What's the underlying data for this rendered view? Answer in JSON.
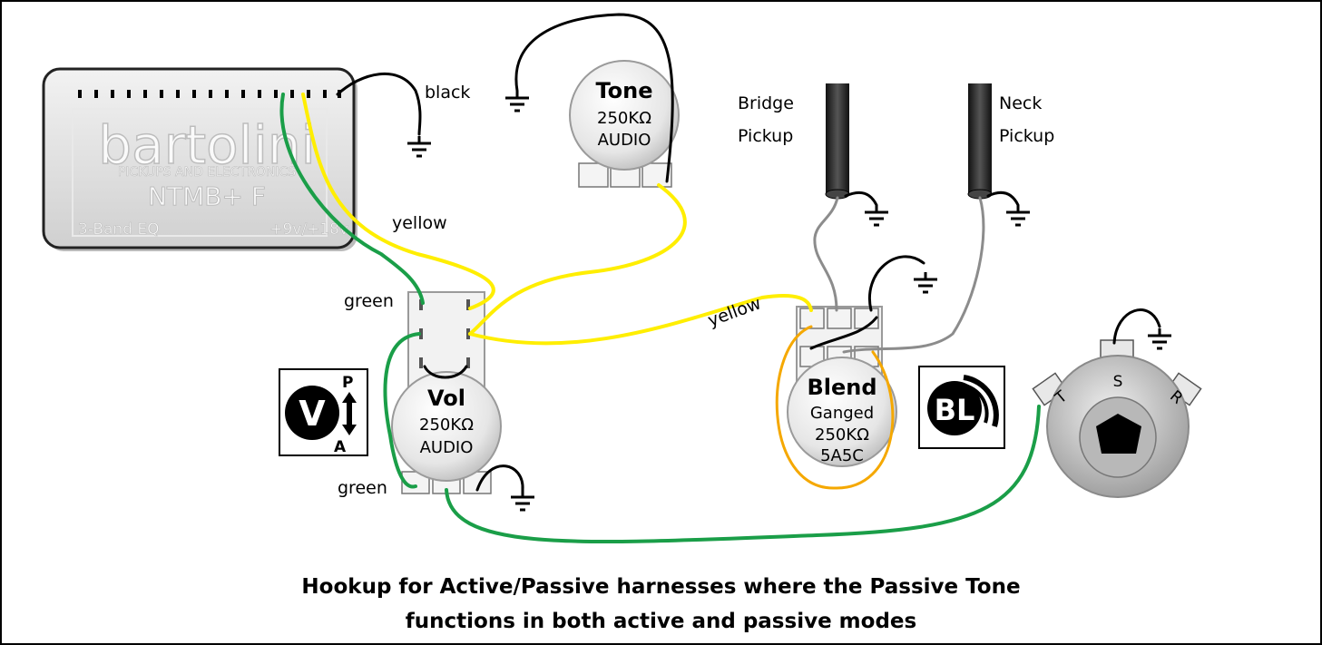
{
  "module": {
    "brand": "bartolini",
    "subtitle": "PICKUPS AND ELECTRONICS",
    "model": "NTMB+ F",
    "eq": "3-Band EQ",
    "voltage": "+9v/+18v"
  },
  "wire_labels": {
    "black": "black",
    "yellow_top": "yellow",
    "yellow_mid": "yellow",
    "green_top": "green",
    "green_bottom": "green"
  },
  "tone_pot": {
    "name": "Tone",
    "value": "250KΩ",
    "taper": "AUDIO"
  },
  "vol_pot": {
    "name": "Vol",
    "value": "250KΩ",
    "taper": "AUDIO"
  },
  "blend_pot": {
    "name": "Blend",
    "type": "Ganged",
    "value": "250KΩ",
    "taper": "5A5C"
  },
  "pickups": {
    "bridge_line1": "Bridge",
    "bridge_line2": "Pickup",
    "neck_line1": "Neck",
    "neck_line2": "Pickup"
  },
  "vpa_icon": {
    "letter": "V",
    "top": "P",
    "bottom": "A"
  },
  "bl_icon": {
    "letters": "BL"
  },
  "jack": {
    "t": "T",
    "s": "S",
    "r": "R"
  },
  "caption": {
    "line1": "Hookup for Active/Passive harnesses where the Passive Tone",
    "line2": "functions in both active and passive modes"
  },
  "colors": {
    "black_wire": "#000000",
    "yellow_wire": "#ffee00",
    "green_wire": "#1a9e48",
    "gray_wire": "#8c8c8c",
    "orange_wire": "#f5a800"
  }
}
